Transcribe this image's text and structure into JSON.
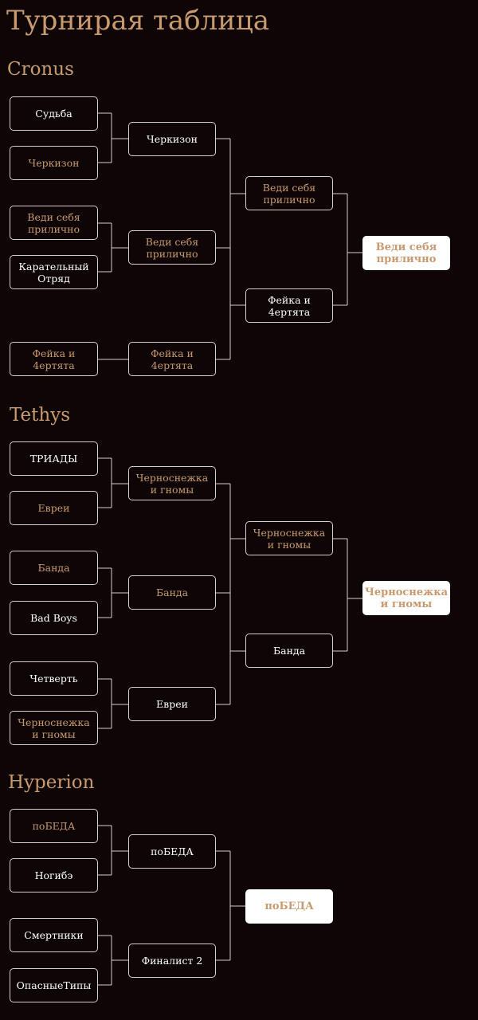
{
  "page_title": "Турнирая таблица",
  "colors": {
    "background": "#0d0506",
    "accent": "#c99a6e",
    "winner_text": "#ffffff",
    "line": "#d8d0c8",
    "champion_bg": "#ffffff"
  },
  "groups": {
    "cronus": {
      "title": "Cronus",
      "r1": [
        "Судьба",
        "Черкизон",
        "Веди себя\nприлично",
        "Карательный\nОтряд",
        "Фейка и 4ертята"
      ],
      "r2": [
        "Черкизон",
        "Веди себя\nприлично",
        "Фейка и 4ертята"
      ],
      "r3": [
        "Веди себя\nприлично",
        "Фейка и 4ертята"
      ],
      "champion": "Веди себя\nприлично"
    },
    "tethys": {
      "title": "Tethys",
      "r1": [
        "ТРИАДЫ",
        "Евреи",
        "Банда",
        "Bad Boys",
        "Четверть",
        "Черноснежка\nи гномы"
      ],
      "r2": [
        "Черноснежка\nи гномы",
        "Банда",
        "Евреи"
      ],
      "r3": [
        "Черноснежка\nи гномы",
        "Банда"
      ],
      "champion": "Черноснежка\nи гномы"
    },
    "hyperion": {
      "title": "Hyperion",
      "r1": [
        "поБЕДА",
        "Ногибэ",
        "Смертники",
        "ОпасныеТипы"
      ],
      "r2": [
        "поБЕДА",
        "Финалист 2"
      ],
      "champion": "поБЕДА"
    }
  }
}
